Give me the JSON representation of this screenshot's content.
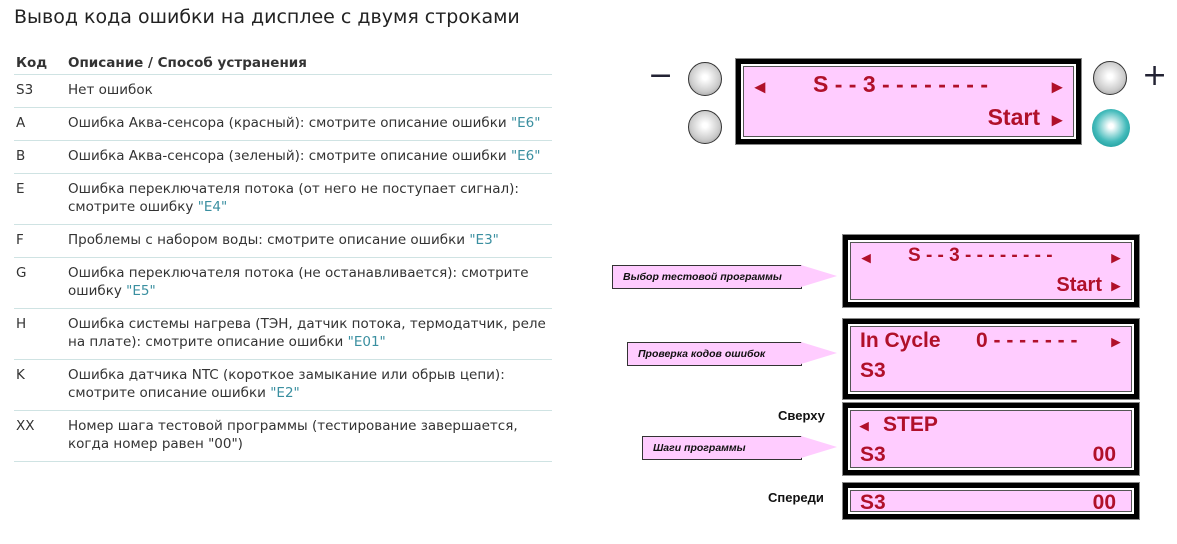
{
  "title": "Вывод кода ошибки на дисплее с двумя строками",
  "table": {
    "headers": [
      "Код",
      "Описание / Способ устранения"
    ],
    "rows": [
      {
        "code": "S3",
        "text": "Нет ошибок",
        "link": ""
      },
      {
        "code": "A",
        "text": "Ошибка Аква-сенсора (красный): смотрите описание ошибки ",
        "link": "\"E6\""
      },
      {
        "code": "B",
        "text": "Ошибка Аква-сенсора (зеленый): смотрите описание ошибки ",
        "link": "\"E6\""
      },
      {
        "code": "E",
        "text": "Ошибка переключателя потока (от него не поступает сигнал): смотрите ошибку ",
        "link": "\"E4\""
      },
      {
        "code": "F",
        "text": "Проблемы с набором воды: смотрите описание ошибки ",
        "link": "\"E3\""
      },
      {
        "code": "G",
        "text": "Ошибка переключателя потока (не останавливается): смотрите ошибку ",
        "link": "\"E5\""
      },
      {
        "code": "H",
        "text": "Ошибка системы нагрева (ТЭН, датчик потока, термодатчик, реле на плате): смотрите описание ошибки ",
        "link": "\"E01\""
      },
      {
        "code": "K",
        "text": "Ошибка датчика NTC (короткое замыкание или обрыв цепи): смотрите описание ошибки ",
        "link": "\"E2\""
      },
      {
        "code": "XX",
        "text": "Номер шага тестовой программы (тестирование завершается, когда номер равен \"00\")",
        "link": ""
      }
    ]
  },
  "panel": {
    "minus": "−",
    "plus": "+",
    "line1": "S - - 3 - - - - - - - -",
    "line2": "Start",
    "arrow_left": "◂",
    "arrow_right": "▸"
  },
  "displays": {
    "d1": {
      "tag": "Выбор тестовой программы",
      "line1": "S - - 3 - - - - - - - -",
      "line2": "Start"
    },
    "d2": {
      "tag": "Проверка кодов ошибок",
      "line1a": "In Cycle",
      "line1b": "0 - - - - - - -",
      "line2": "S3"
    },
    "d3": {
      "label": "Сверху",
      "tag": "Шаги программы",
      "line1": "STEP",
      "line2a": "S3",
      "line2b": "00"
    },
    "d4": {
      "label": "Спереди",
      "line1a": "S3",
      "line1b": "00"
    }
  }
}
